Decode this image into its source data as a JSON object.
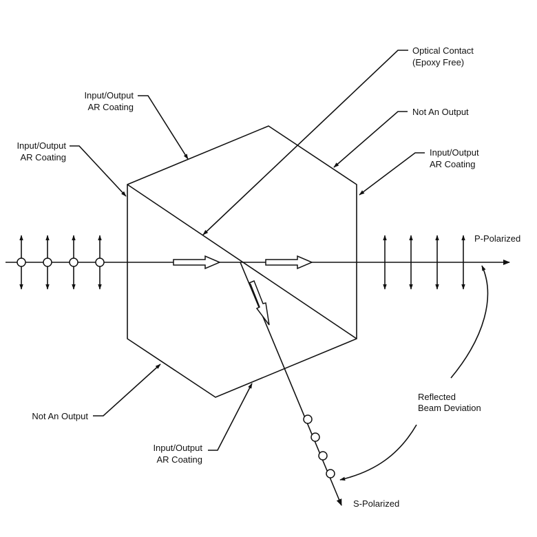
{
  "labels": {
    "optical_contact": [
      "Optical Contact",
      "(Epoxy Free)"
    ],
    "top_left_coating": [
      "Input/Output",
      "AR Coating"
    ],
    "left_coating": [
      "Input/Output",
      "AR Coating"
    ],
    "top_right_not_output": "Not An Output",
    "right_coating": [
      "Input/Output",
      "AR Coating"
    ],
    "p_polarized": "P-Polarized",
    "s_polarized": "S-Polarized",
    "bottom_left_not_output": "Not An Output",
    "bottom_coating": [
      "Input/Output",
      "AR Coating"
    ],
    "beam_deviation": [
      "Reflected",
      "Beam Deviation"
    ]
  }
}
